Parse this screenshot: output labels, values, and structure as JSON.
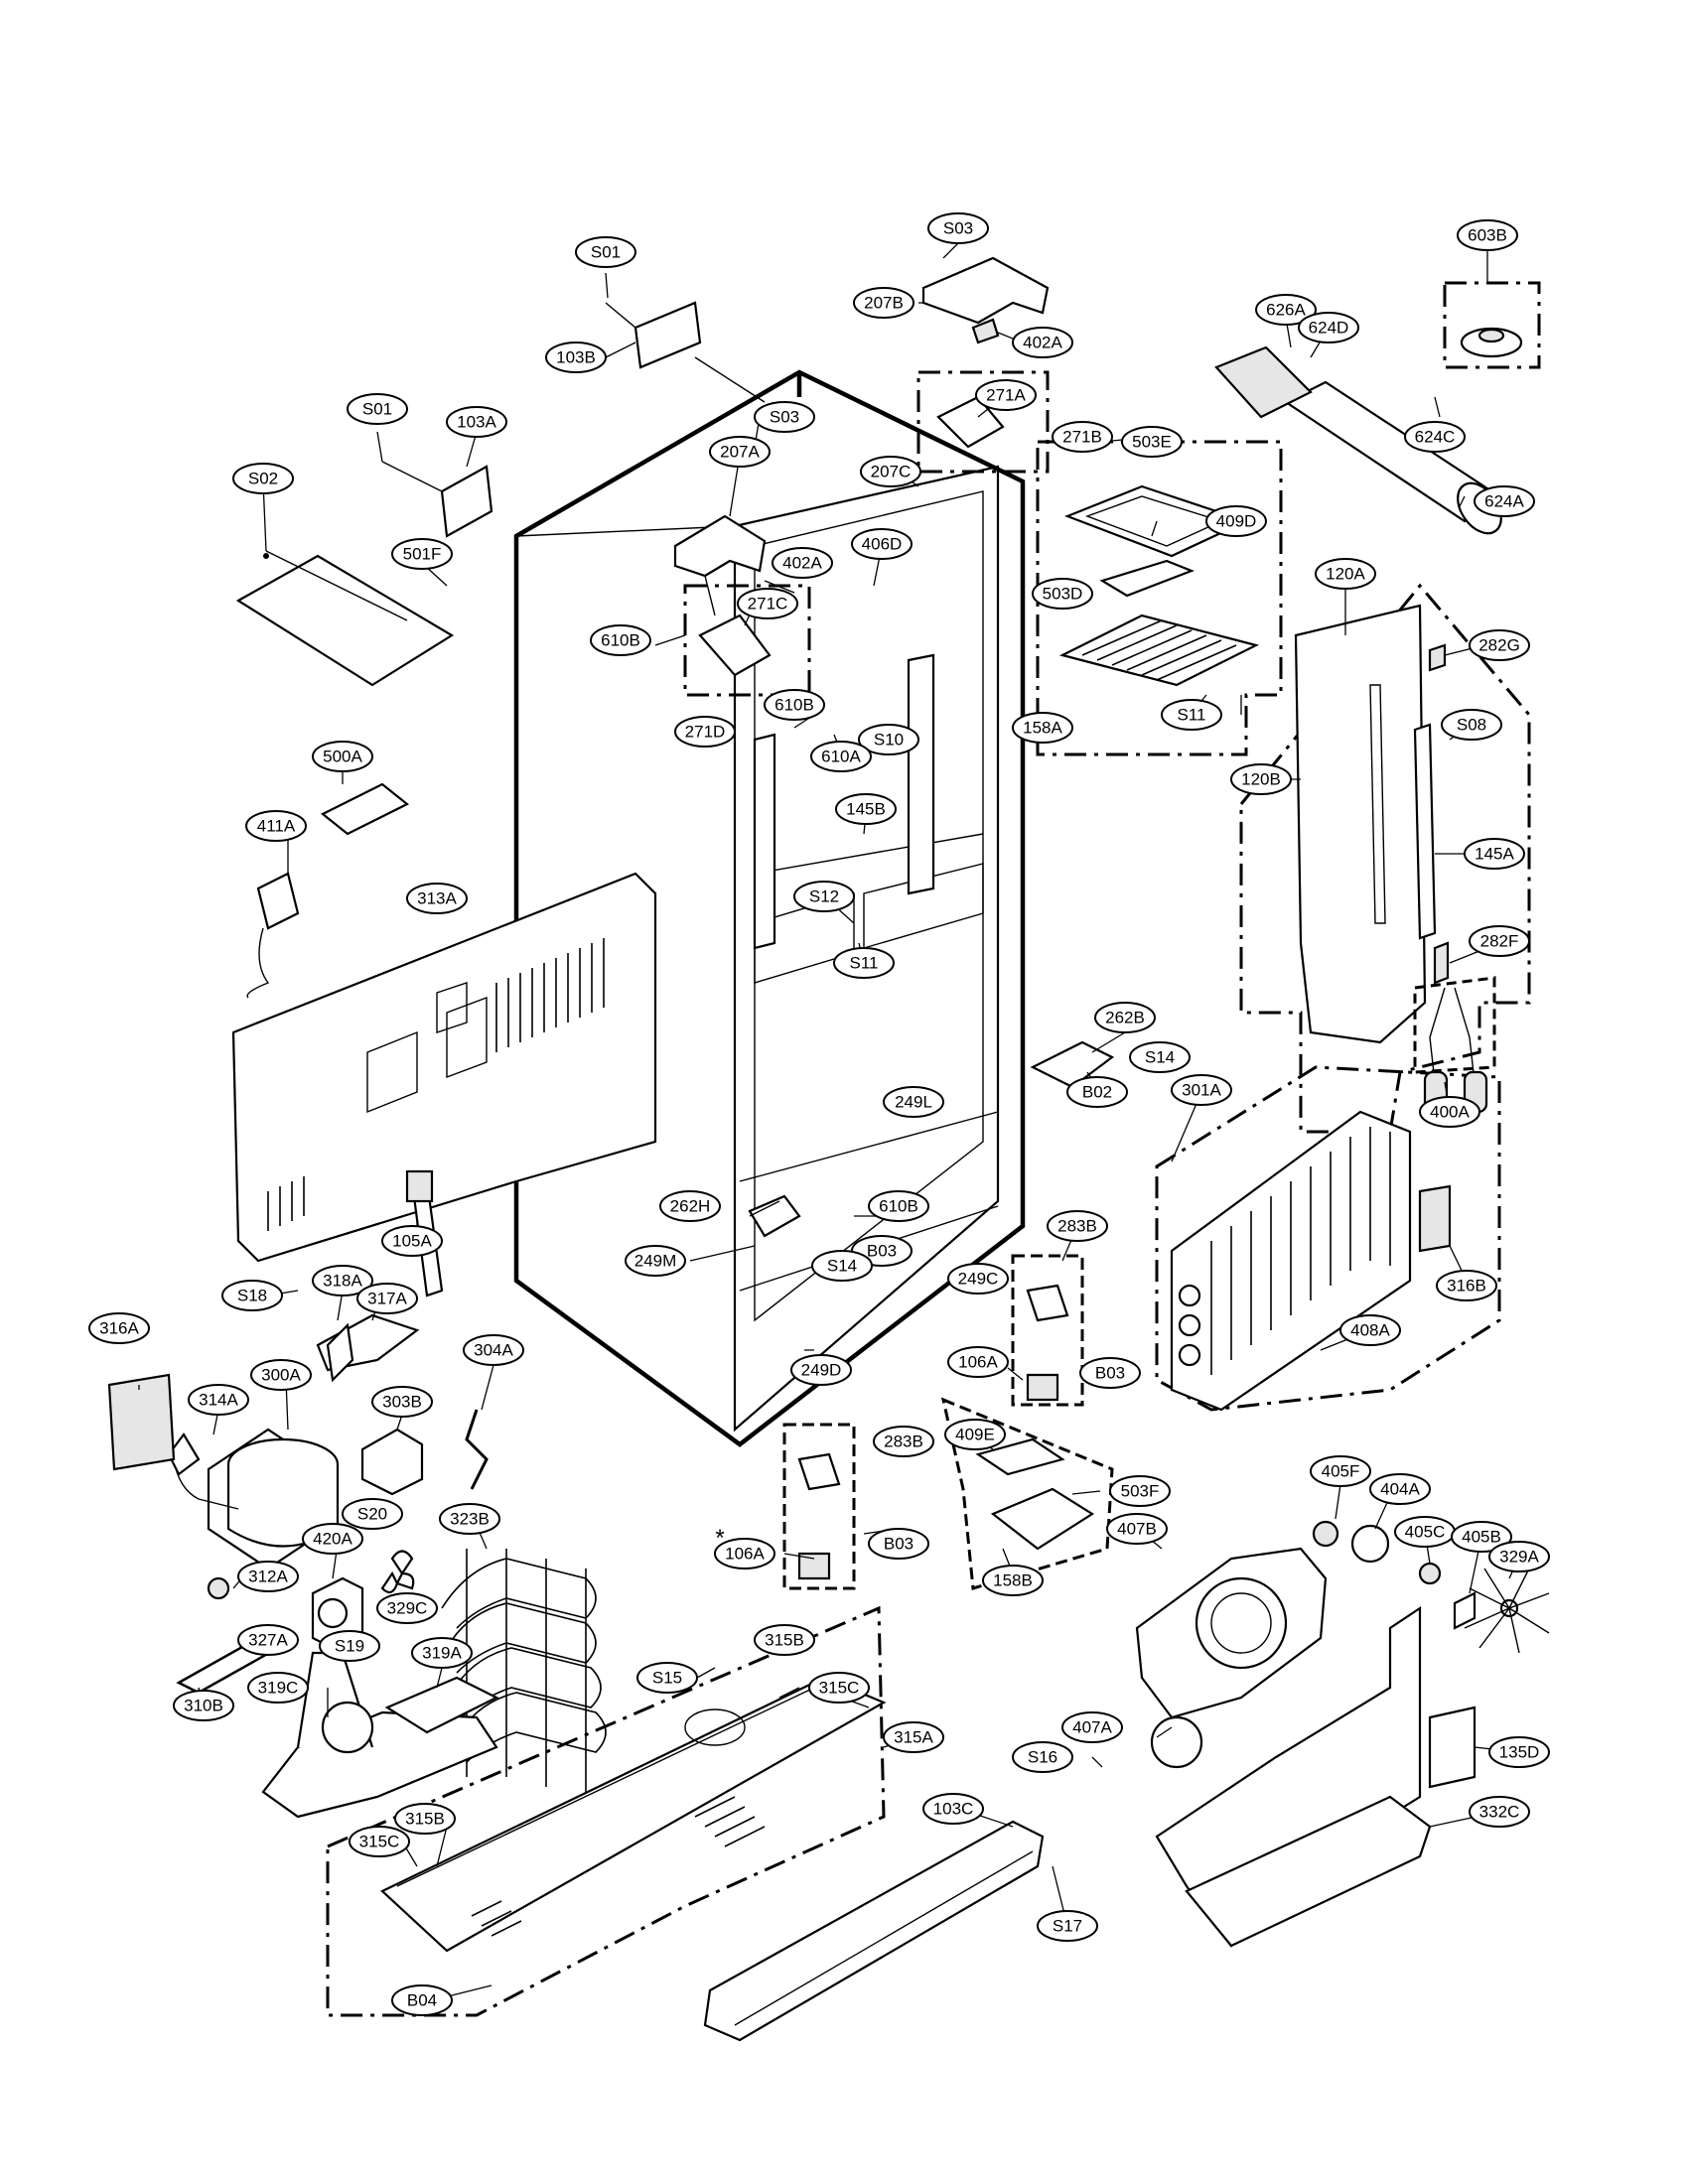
{
  "diagram": {
    "colors": {
      "ink": "#000000",
      "paper": "#ffffff",
      "shade": "#e6e6e6"
    },
    "labels": [
      {
        "id": "S03-top",
        "text": "S03"
      },
      {
        "id": "603B",
        "text": "603B"
      },
      {
        "id": "S01-a",
        "text": "S01"
      },
      {
        "id": "207B",
        "text": "207B"
      },
      {
        "id": "402A-top",
        "text": "402A"
      },
      {
        "id": "103B",
        "text": "103B"
      },
      {
        "id": "626A",
        "text": "626A"
      },
      {
        "id": "624D",
        "text": "624D"
      },
      {
        "id": "271A",
        "text": "271A"
      },
      {
        "id": "S01-b",
        "text": "S01"
      },
      {
        "id": "103A",
        "text": "103A"
      },
      {
        "id": "S03-mid",
        "text": "S03"
      },
      {
        "id": "503E",
        "text": "503E"
      },
      {
        "id": "624C",
        "text": "624C"
      },
      {
        "id": "271B",
        "text": "271B"
      },
      {
        "id": "207A",
        "text": "207A"
      },
      {
        "id": "207C",
        "text": "207C"
      },
      {
        "id": "S02",
        "text": "S02"
      },
      {
        "id": "624A",
        "text": "624A"
      },
      {
        "id": "501F",
        "text": "501F"
      },
      {
        "id": "402A-mid",
        "text": "402A"
      },
      {
        "id": "406D",
        "text": "406D"
      },
      {
        "id": "409D",
        "text": "409D"
      },
      {
        "id": "503D",
        "text": "503D"
      },
      {
        "id": "271C",
        "text": "271C"
      },
      {
        "id": "610B-a",
        "text": "610B"
      },
      {
        "id": "120A",
        "text": "120A"
      },
      {
        "id": "282G",
        "text": "282G"
      },
      {
        "id": "610B-b",
        "text": "610B"
      },
      {
        "id": "271D",
        "text": "271D"
      },
      {
        "id": "158A-top",
        "text": "158A"
      },
      {
        "id": "S11-top",
        "text": "S11"
      },
      {
        "id": "S08",
        "text": "S08"
      },
      {
        "id": "S10",
        "text": "S10"
      },
      {
        "id": "610A",
        "text": "610A"
      },
      {
        "id": "500A",
        "text": "500A"
      },
      {
        "id": "120B",
        "text": "120B"
      },
      {
        "id": "145B",
        "text": "145B"
      },
      {
        "id": "411A",
        "text": "411A"
      },
      {
        "id": "145A",
        "text": "145A"
      },
      {
        "id": "S12",
        "text": "S12"
      },
      {
        "id": "313A",
        "text": "313A"
      },
      {
        "id": "282F",
        "text": "282F"
      },
      {
        "id": "S11-mid",
        "text": "S11"
      },
      {
        "id": "262B",
        "text": "262B"
      },
      {
        "id": "S14-a",
        "text": "S14"
      },
      {
        "id": "B02",
        "text": "B02"
      },
      {
        "id": "301A",
        "text": "301A"
      },
      {
        "id": "249L",
        "text": "249L"
      },
      {
        "id": "400A",
        "text": "400A"
      },
      {
        "id": "262H",
        "text": "262H"
      },
      {
        "id": "610B-c",
        "text": "610B"
      },
      {
        "id": "283B-a",
        "text": "283B"
      },
      {
        "id": "105A",
        "text": "105A"
      },
      {
        "id": "B03-a",
        "text": "B03"
      },
      {
        "id": "249M",
        "text": "249M"
      },
      {
        "id": "S14-b",
        "text": "S14"
      },
      {
        "id": "249C",
        "text": "249C"
      },
      {
        "id": "316B",
        "text": "316B"
      },
      {
        "id": "S18",
        "text": "S18"
      },
      {
        "id": "318A",
        "text": "318A"
      },
      {
        "id": "317A",
        "text": "317A"
      },
      {
        "id": "249D",
        "text": "249D"
      },
      {
        "id": "316A",
        "text": "316A"
      },
      {
        "id": "304A",
        "text": "304A"
      },
      {
        "id": "408A",
        "text": "408A"
      },
      {
        "id": "106A-a",
        "text": "106A"
      },
      {
        "id": "B03-b",
        "text": "B03"
      },
      {
        "id": "314A",
        "text": "314A"
      },
      {
        "id": "300A",
        "text": "300A"
      },
      {
        "id": "303B",
        "text": "303B"
      },
      {
        "id": "283B-b",
        "text": "283B"
      },
      {
        "id": "409E",
        "text": "409E"
      },
      {
        "id": "503F",
        "text": "503F"
      },
      {
        "id": "405F",
        "text": "405F"
      },
      {
        "id": "404A",
        "text": "404A"
      },
      {
        "id": "S20",
        "text": "S20"
      },
      {
        "id": "323B",
        "text": "323B"
      },
      {
        "id": "B03-c",
        "text": "B03"
      },
      {
        "id": "407B",
        "text": "407B"
      },
      {
        "id": "405C",
        "text": "405C"
      },
      {
        "id": "405B",
        "text": "405B"
      },
      {
        "id": "420A",
        "text": "420A"
      },
      {
        "id": "106A-b",
        "text": "106A"
      },
      {
        "id": "158B",
        "text": "158B"
      },
      {
        "id": "329A",
        "text": "329A"
      },
      {
        "id": "312A",
        "text": "312A"
      },
      {
        "id": "329C",
        "text": "329C"
      },
      {
        "id": "327A",
        "text": "327A"
      },
      {
        "id": "S19",
        "text": "S19"
      },
      {
        "id": "315B-a",
        "text": "315B"
      },
      {
        "id": "319A",
        "text": "319A"
      },
      {
        "id": "310B",
        "text": "310B"
      },
      {
        "id": "S15",
        "text": "S15"
      },
      {
        "id": "319C",
        "text": "319C"
      },
      {
        "id": "315C-a",
        "text": "315C"
      },
      {
        "id": "315A",
        "text": "315A"
      },
      {
        "id": "407A",
        "text": "407A"
      },
      {
        "id": "135D",
        "text": "135D"
      },
      {
        "id": "S16",
        "text": "S16"
      },
      {
        "id": "103C",
        "text": "103C"
      },
      {
        "id": "315B-b",
        "text": "315B"
      },
      {
        "id": "332C",
        "text": "332C"
      },
      {
        "id": "315C-b",
        "text": "315C"
      },
      {
        "id": "S17",
        "text": "S17"
      },
      {
        "id": "B04",
        "text": "B04"
      }
    ],
    "asterisk": "*"
  }
}
